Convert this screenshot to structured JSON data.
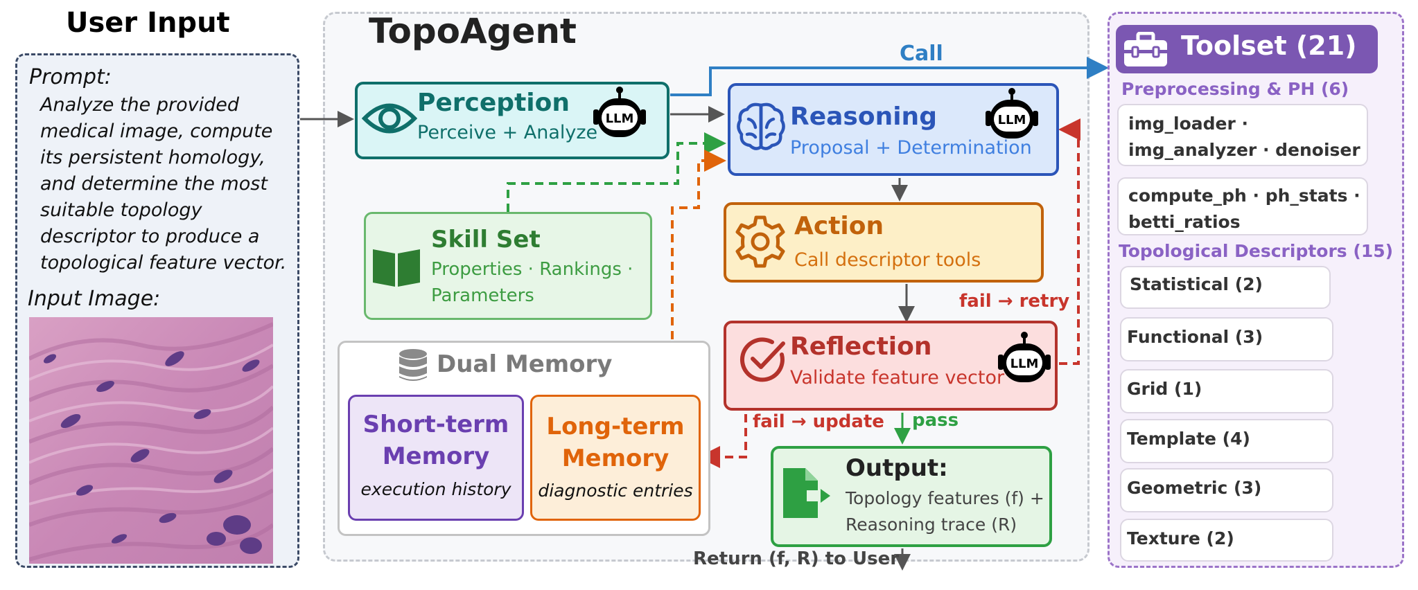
{
  "user_input": {
    "title": "User Input",
    "prompt_label": "Prompt:",
    "prompt_lines": [
      "Analyze the provided",
      "medical image, compute",
      "its persistent homology,",
      "and determine the most",
      "suitable topology",
      "descriptor to produce a",
      "topological feature vector."
    ],
    "image_label": "Input Image:"
  },
  "topoagent": {
    "title": "TopoAgent",
    "perception": {
      "title": "Perception",
      "subtitle": "Perceive + Analyze"
    },
    "reasoning": {
      "title": "Reasoning",
      "subtitle": "Proposal + Determination"
    },
    "action": {
      "title": "Action",
      "subtitle": "Call descriptor tools"
    },
    "reflection": {
      "title": "Reflection",
      "subtitle": "Validate feature vector"
    },
    "skill_set": {
      "title": "Skill Set",
      "line1": "Properties · Rankings ·",
      "line2": "Parameters"
    },
    "dual_memory": {
      "title": "Dual Memory",
      "short_term": {
        "line1": "Short-term",
        "line2": "Memory",
        "desc": "execution history"
      },
      "long_term": {
        "line1": "Long-term",
        "line2": "Memory",
        "desc": "diagnostic entries"
      }
    },
    "output": {
      "title": "Output:",
      "line1": "Topology features (f) +",
      "line2": "Reasoning trace (R)"
    },
    "llm_badge": "LLM",
    "labels": {
      "call": "Call",
      "fail_retry": "fail → retry",
      "fail_update": "fail → update",
      "pass": "pass",
      "return": "Return (f, R) to User"
    }
  },
  "toolset": {
    "title": "Toolset (21)",
    "preprocessing_header": "Preprocessing & PH (6)",
    "pre_box1": [
      "img_loader ·",
      "img_analyzer · denoiser"
    ],
    "pre_box2": [
      "compute_ph · ph_stats ·",
      "betti_ratios"
    ],
    "descriptors_header": "Topological Descriptors (15)",
    "descriptors": [
      "Statistical (2)",
      "Functional (3)",
      "Grid (1)",
      "Template (4)",
      "Geometric (3)",
      "Texture (2)"
    ]
  },
  "colors": {
    "perception": "#0f6f6a",
    "reasoning": "#2b55b8",
    "action": "#c1620b",
    "reflection": "#b3322b",
    "skill": "#2e7d32",
    "short_term": "#6a3fb0",
    "long_term": "#e0640a",
    "output": "#2ea043",
    "toolset": "#7b57b2"
  },
  "icons": [
    "eye-icon",
    "brain-icon",
    "gear-icon",
    "check-circle-icon",
    "book-icon",
    "database-icon",
    "file-export-icon",
    "toolbox-icon",
    "robot-llm-icon"
  ]
}
